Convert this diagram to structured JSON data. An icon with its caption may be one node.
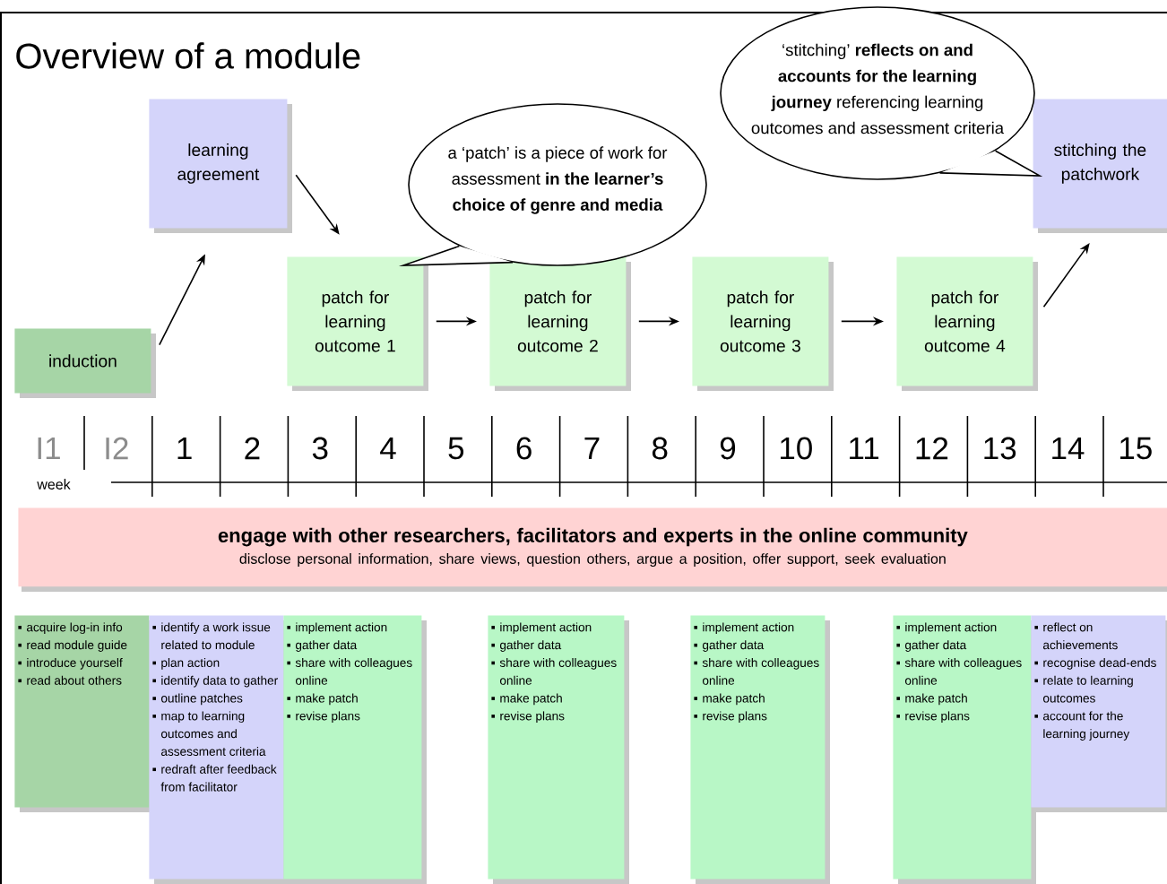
{
  "diagram": {
    "title": "Overview of a module",
    "nodes": [
      {
        "text": [
          "induction"
        ]
      },
      {
        "text": [
          "learning agreement"
        ]
      },
      {
        "text": [
          "patch for learning outcome 1"
        ]
      },
      {
        "text": [
          "patch for learning outcome 2"
        ]
      },
      {
        "text": [
          "patch for learning outcome 3"
        ]
      },
      {
        "text": [
          "patch for learning outcome 4"
        ]
      },
      {
        "text": [
          "stitching the patchwork"
        ]
      },
      {
        "text": [
          "a ‘patch’ is a piece of work for assessment **in the learner’s choice of genre and media**"
        ]
      },
      {
        "text": [
          "‘stitching’ **reflects on and accounts for the learning journey** referencing learning outcomes and assessment criteria"
        ]
      },
      {
        "text": [
          "engage with other researchers, facilitators and experts in the online community",
          "disclose personal information, share views, question others, argue a position, offer support, seek evaluation"
        ]
      },
      {
        "text": [
          "acquire log-in info",
          "read module guide",
          "introduce yourself",
          "read about others"
        ]
      },
      {
        "text": [
          "identify a work issue related to module",
          "plan action",
          "identify data to gather",
          "outline patches",
          "map to learning outcomes and assessment criteria",
          "redraft after feedback from facilitator"
        ]
      },
      {
        "text": [
          "implement action",
          "gather data",
          "share with colleagues online",
          "make patch",
          "revise plans"
        ]
      },
      {
        "text": [
          "implement action",
          "gather data",
          "share with colleagues online",
          "make patch",
          "revise plans"
        ]
      },
      {
        "text": [
          "implement action",
          "gather data",
          "share with colleagues online",
          "make patch",
          "revise plans"
        ]
      },
      {
        "text": [
          "implement action",
          "gather data",
          "share with colleagues online",
          "make patch",
          "revise plans"
        ]
      },
      {
        "text": [
          "reflect on achievements",
          "recognise dead-ends",
          "relate to learning outcomes",
          "account for the learning journey"
        ]
      }
    ],
    "edges": [
      {
        "from": 0,
        "to": 1,
        "arrow": "to"
      },
      {
        "from": 1,
        "to": 2,
        "arrow": "to"
      },
      {
        "from": 2,
        "to": 3,
        "arrow": "to"
      },
      {
        "from": 3,
        "to": 4,
        "arrow": "to"
      },
      {
        "from": 4,
        "to": 5,
        "arrow": "to"
      },
      {
        "from": 5,
        "to": 6,
        "arrow": "to"
      }
    ],
    "labels": [
      "I1",
      "I2",
      "1",
      "2",
      "3",
      "4",
      "5",
      "6",
      "7",
      "8",
      "9",
      "10",
      "11",
      "12",
      "13",
      "14",
      "15",
      "week"
    ]
  }
}
